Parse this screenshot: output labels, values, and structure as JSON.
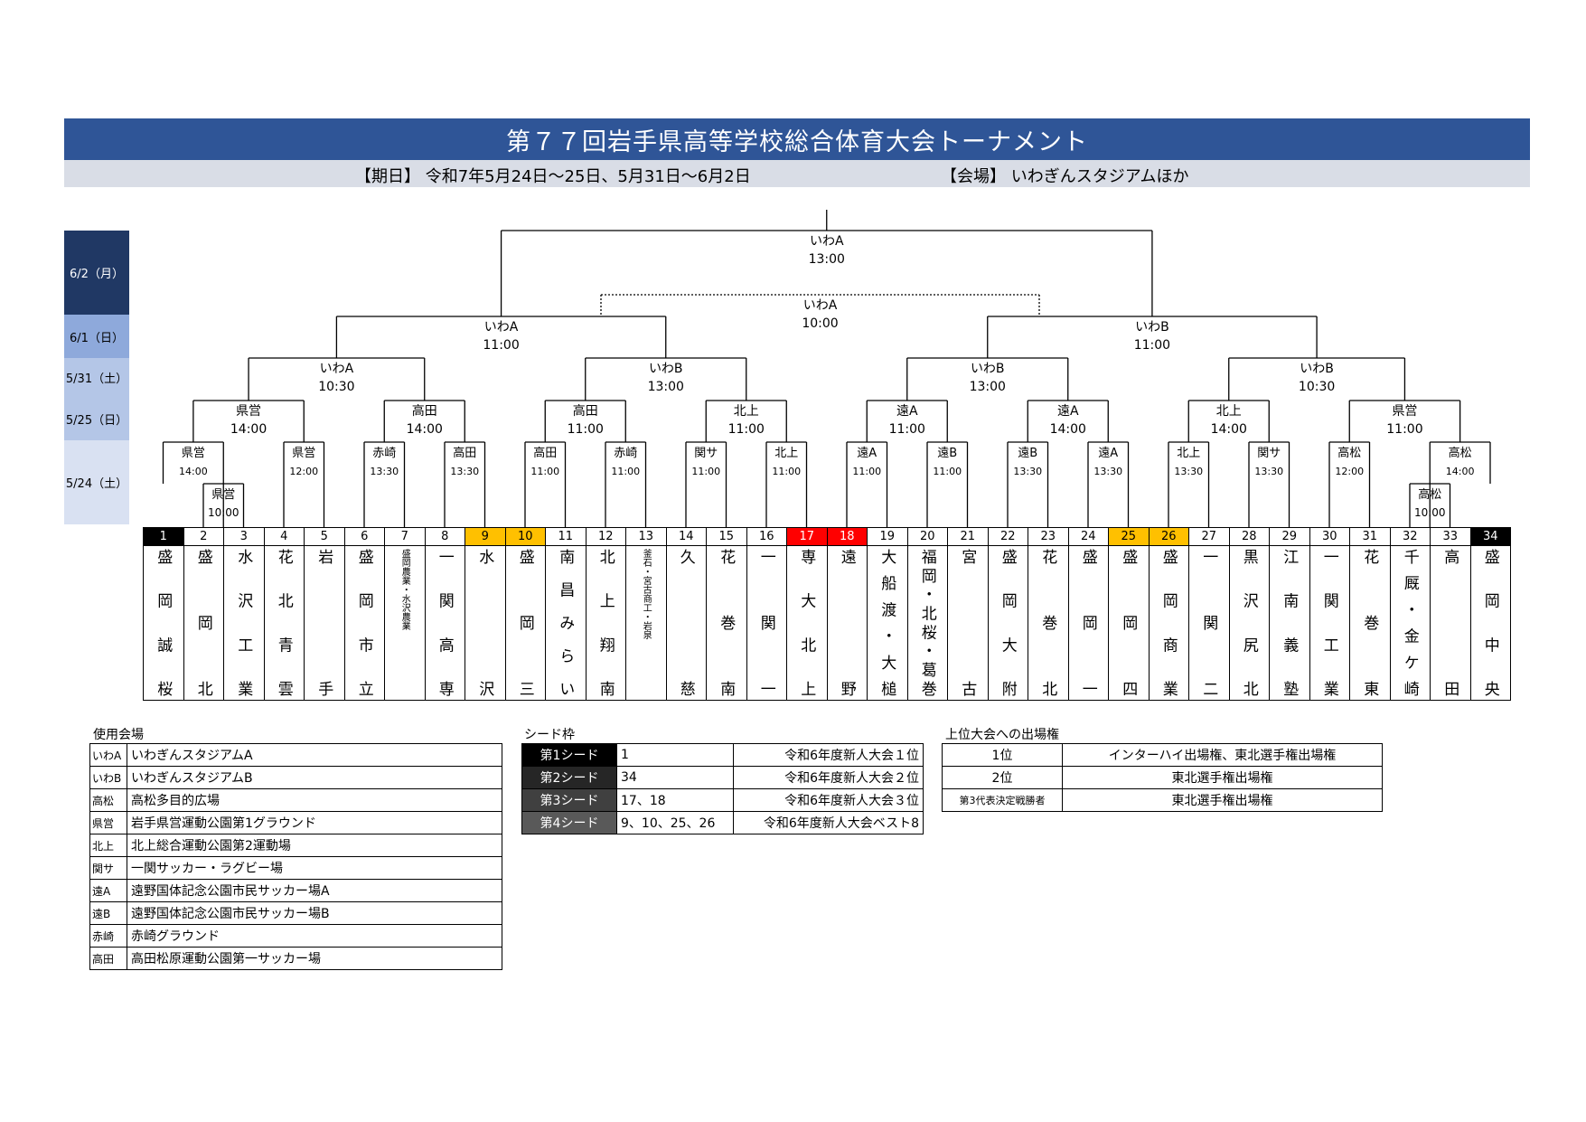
{
  "title": "第７７回岩手県高等学校総合体育大会トーナメント",
  "dates_text": "【期日】 令和7年5月24日～25日、5月31日～6月2日",
  "venue_text": "【会場】 いわぎんスタジアムほか",
  "days": [
    {
      "label": "6/2（月）",
      "bg": "#203864",
      "fg": "#ffffff"
    },
    {
      "label": "6/1（日）",
      "bg": "#8ea9db",
      "fg": "#000000"
    },
    {
      "label": "5/31（土）",
      "bg": "#b4c6e7",
      "fg": "#000000"
    },
    {
      "label": "5/25（日）",
      "bg": "#b4c6e7",
      "fg": "#000000"
    },
    {
      "label": "5/24（土）",
      "bg": "#d9e1f2",
      "fg": "#000000"
    }
  ],
  "teams": [
    {
      "num": "1",
      "name": "盛岡誠桜",
      "color": "#000000"
    },
    {
      "num": "2",
      "name": "盛岡北",
      "color": ""
    },
    {
      "num": "3",
      "name": "水沢工業",
      "color": ""
    },
    {
      "num": "4",
      "name": "花北青雲",
      "color": ""
    },
    {
      "num": "5",
      "name": "岩手",
      "color": ""
    },
    {
      "num": "6",
      "name": "盛岡市立",
      "color": ""
    },
    {
      "num": "7",
      "name": "盛岡農業・水沢農業",
      "color": "",
      "small": true
    },
    {
      "num": "8",
      "name": "一関高専",
      "color": ""
    },
    {
      "num": "9",
      "name": "水沢",
      "color": "#ffc000"
    },
    {
      "num": "10",
      "name": "盛岡三",
      "color": "#ffc000"
    },
    {
      "num": "11",
      "name": "南昌みらい",
      "color": ""
    },
    {
      "num": "12",
      "name": "北上翔南",
      "color": ""
    },
    {
      "num": "13",
      "name": "釜石・宮古商工・岩泉",
      "color": "",
      "small": true
    },
    {
      "num": "14",
      "name": "久慈",
      "color": ""
    },
    {
      "num": "15",
      "name": "花巻南",
      "color": ""
    },
    {
      "num": "16",
      "name": "一関一",
      "color": ""
    },
    {
      "num": "17",
      "name": "専大北上",
      "color": "#ff0000"
    },
    {
      "num": "18",
      "name": "遠野",
      "color": "#ff0000"
    },
    {
      "num": "19",
      "name": "大船渡・大槌",
      "color": ""
    },
    {
      "num": "20",
      "name": "福岡・北桜・葛巻",
      "color": ""
    },
    {
      "num": "21",
      "name": "宮古",
      "color": ""
    },
    {
      "num": "22",
      "name": "盛岡大附",
      "color": ""
    },
    {
      "num": "23",
      "name": "花巻北",
      "color": ""
    },
    {
      "num": "24",
      "name": "盛岡一",
      "color": ""
    },
    {
      "num": "25",
      "name": "盛岡四",
      "color": "#ffc000"
    },
    {
      "num": "26",
      "name": "盛岡商業",
      "color": "#ffc000"
    },
    {
      "num": "27",
      "name": "一関二",
      "color": ""
    },
    {
      "num": "28",
      "name": "黒沢尻北",
      "color": ""
    },
    {
      "num": "29",
      "name": "江南義塾",
      "color": ""
    },
    {
      "num": "30",
      "name": "一関工業",
      "color": ""
    },
    {
      "num": "31",
      "name": "花巻東",
      "color": ""
    },
    {
      "num": "32",
      "name": "千厩・金ケ崎",
      "color": ""
    },
    {
      "num": "33",
      "name": "高田",
      "color": ""
    },
    {
      "num": "34",
      "name": "盛岡中央",
      "color": "#000000"
    }
  ],
  "matches": {
    "final": {
      "venue": "いわA",
      "time": "13:00"
    },
    "third": {
      "venue": "いわA",
      "time": "10:00"
    },
    "semi_l": {
      "venue": "いわA",
      "time": "11:00"
    },
    "semi_r": {
      "venue": "いわB",
      "time": "11:00"
    },
    "qf1": {
      "venue": "いわA",
      "time": "10:30"
    },
    "qf2": {
      "venue": "いわB",
      "time": "13:00"
    },
    "qf3": {
      "venue": "いわB",
      "time": "13:00"
    },
    "qf4": {
      "venue": "いわB",
      "time": "10:30"
    },
    "r3_1": {
      "venue": "県営",
      "time": "14:00"
    },
    "r3_2": {
      "venue": "高田",
      "time": "14:00"
    },
    "r3_3": {
      "venue": "高田",
      "time": "11:00"
    },
    "r3_4": {
      "venue": "北上",
      "time": "11:00"
    },
    "r3_5": {
      "venue": "遠A",
      "time": "11:00"
    },
    "r3_6": {
      "venue": "遠A",
      "time": "14:00"
    },
    "r3_7": {
      "venue": "北上",
      "time": "14:00"
    },
    "r3_8": {
      "venue": "県営",
      "time": "11:00"
    },
    "r2_1": {
      "venue": "県営",
      "time": "14:00"
    },
    "r2_2": {
      "venue": "県営",
      "time": "12:00"
    },
    "r2_3": {
      "venue": "赤崎",
      "time": "13:30"
    },
    "r2_4": {
      "venue": "高田",
      "time": "13:30"
    },
    "r2_5": {
      "venue": "高田",
      "time": "11:00"
    },
    "r2_6": {
      "venue": "赤崎",
      "time": "11:00"
    },
    "r2_7": {
      "venue": "関サ",
      "time": "11:00"
    },
    "r2_8": {
      "venue": "北上",
      "time": "11:00"
    },
    "r2_9": {
      "venue": "遠A",
      "time": "11:00"
    },
    "r2_10": {
      "venue": "遠B",
      "time": "11:00"
    },
    "r2_11": {
      "venue": "遠B",
      "time": "13:30"
    },
    "r2_12": {
      "venue": "遠A",
      "time": "13:30"
    },
    "r2_13": {
      "venue": "北上",
      "time": "13:30"
    },
    "r2_14": {
      "venue": "関サ",
      "time": "13:30"
    },
    "r2_15": {
      "venue": "高松",
      "time": "12:00"
    },
    "r2_16": {
      "venue": "高松",
      "time": "14:00"
    },
    "r1_1": {
      "venue": "県営",
      "time": "10:00"
    },
    "r1_2": {
      "venue": "高松",
      "time": "10:00"
    }
  },
  "venues_caption": "使用会場",
  "venues": [
    {
      "abbr": "いわA",
      "name": "いわぎんスタジアムA"
    },
    {
      "abbr": "いわB",
      "name": "いわぎんスタジアムB"
    },
    {
      "abbr": "高松",
      "name": "高松多目的広場"
    },
    {
      "abbr": "県営",
      "name": "岩手県営運動公園第1グラウンド"
    },
    {
      "abbr": "北上",
      "name": "北上総合運動公園第2運動場"
    },
    {
      "abbr": "関サ",
      "name": "一関サッカー・ラグビー場"
    },
    {
      "abbr": "遠A",
      "name": "遠野国体記念公園市民サッカー場A"
    },
    {
      "abbr": "遠B",
      "name": "遠野国体記念公園市民サッカー場B"
    },
    {
      "abbr": "赤崎",
      "name": "赤崎グラウンド"
    },
    {
      "abbr": "高田",
      "name": "高田松原運動公園第一サッカー場"
    }
  ],
  "seeds_caption": "シード枠",
  "seeds": [
    {
      "label": "第1シード",
      "nums": "1",
      "desc": "令和6年度新人大会１位",
      "bg": "#000000"
    },
    {
      "label": "第2シード",
      "nums": "34",
      "desc": "令和6年度新人大会２位",
      "bg": "#262626"
    },
    {
      "label": "第3シード",
      "nums": "17、18",
      "desc": "令和6年度新人大会３位",
      "bg": "#404040"
    },
    {
      "label": "第4シード",
      "nums": "9、10、25、26",
      "desc": "令和6年度新人大会ベスト8",
      "bg": "#595959"
    }
  ],
  "quals_caption": "上位大会への出場権",
  "quals": [
    {
      "rank": "1位",
      "right": "インターハイ出場権、東北選手権出場権"
    },
    {
      "rank": "2位",
      "right": "東北選手権出場権"
    },
    {
      "rank": "第3代表決定戦勝者",
      "right": "東北選手権出場権"
    }
  ]
}
